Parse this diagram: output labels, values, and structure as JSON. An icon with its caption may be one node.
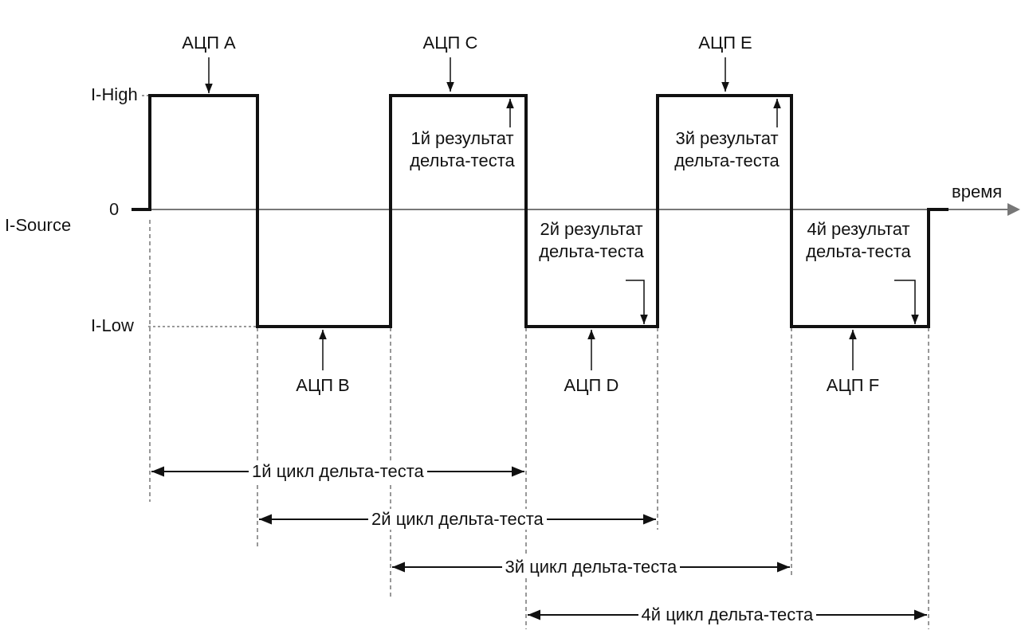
{
  "diagram": {
    "nodes": [
      {
        "text": [
          "АЦП A"
        ]
      },
      {
        "text": [
          "АЦП C"
        ]
      },
      {
        "text": [
          "АЦП E"
        ]
      },
      {
        "text": [
          "1й результат дельта-теста"
        ]
      },
      {
        "text": [
          "3й результат дельта-теста"
        ]
      },
      {
        "text": [
          "АЦП B"
        ]
      },
      {
        "text": [
          "2й результат дельта-теста"
        ]
      },
      {
        "text": [
          "АЦП D"
        ]
      },
      {
        "text": [
          "4й результат дельта-теста"
        ]
      },
      {
        "text": [
          "АЦП F"
        ]
      }
    ],
    "edges": [
      {
        "from": 0,
        "to": null,
        "arrow": "to"
      },
      {
        "from": 1,
        "to": null,
        "arrow": "to"
      },
      {
        "from": 2,
        "to": null,
        "arrow": "to"
      },
      {
        "from": 3,
        "to": null,
        "arrow": "to"
      },
      {
        "from": 4,
        "to": null,
        "arrow": "to"
      },
      {
        "from": 5,
        "to": null,
        "arrow": "to"
      },
      {
        "from": 6,
        "to": null,
        "arrow": "to"
      },
      {
        "from": 7,
        "to": null,
        "arrow": "to"
      },
      {
        "from": 8,
        "to": null,
        "arrow": "to"
      },
      {
        "from": 9,
        "to": null,
        "arrow": "to"
      }
    ],
    "labels": [
      "I-High",
      "I-Source",
      "0",
      "время",
      "I-Low",
      "1й цикл дельта-теста",
      "2й цикл дельта-теста",
      "3й цикл дельта-теста",
      "4й цикл дельта-теста"
    ]
  }
}
